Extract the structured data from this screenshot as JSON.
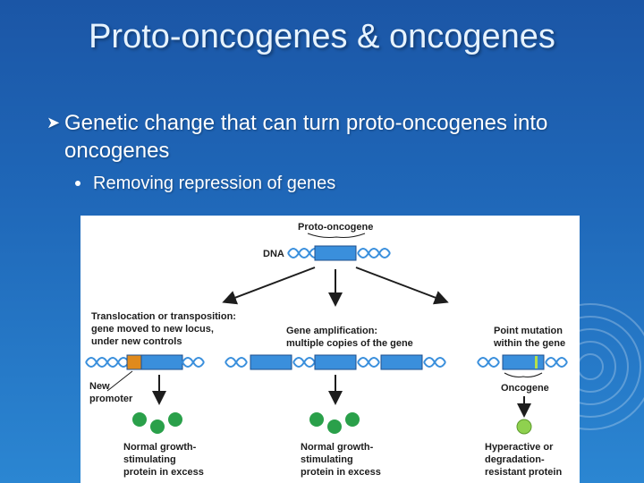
{
  "slide": {
    "title": "Proto-oncogenes & oncogenes",
    "bullet": {
      "marker_icon": "arrowhead-bullet-icon",
      "text": "Genetic change that can turn proto-oncogenes into oncogenes"
    },
    "sub_bullet": {
      "marker_icon": "dot-bullet-icon",
      "text": "Removing repression of genes"
    }
  },
  "figure": {
    "top_label": "Proto-oncogene",
    "dna_label": "DNA",
    "left": {
      "heading_1": "Translocation or transposition:",
      "heading_2": "gene moved to new locus,",
      "heading_3": "under new controls",
      "promoter_1": "New",
      "promoter_2": "promoter",
      "result_1": "Normal growth-",
      "result_2": "stimulating",
      "result_3": "protein in excess"
    },
    "middle": {
      "heading_1": "Gene amplification:",
      "heading_2": "multiple copies of the gene",
      "result_1": "Normal growth-",
      "result_2": "stimulating",
      "result_3": "protein in excess"
    },
    "right": {
      "heading_1": "Point mutation",
      "heading_2": "within the gene",
      "gene_label": "Oncogene",
      "result_1": "Hyperactive or",
      "result_2": "degradation-",
      "result_3": "resistant protein"
    },
    "colors": {
      "gene": "#3a8fdc",
      "promoter": "#e08a1c",
      "protein_normal": "#2aa04a",
      "protein_mutant": "#8fd14f",
      "mutation_mark": "#b5e04a"
    }
  }
}
